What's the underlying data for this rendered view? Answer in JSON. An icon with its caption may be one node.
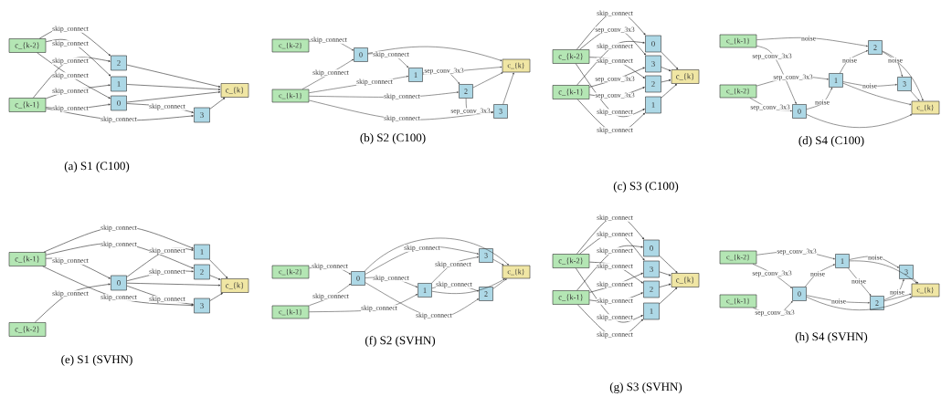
{
  "diagram": {
    "nodes": [
      {
        "text": [
          "c_{k-2}"
        ]
      },
      {
        "text": [
          "c_{k-1}"
        ]
      },
      {
        "text": [
          "2"
        ]
      },
      {
        "text": [
          "1"
        ]
      },
      {
        "text": [
          "0"
        ]
      },
      {
        "text": [
          "3"
        ]
      },
      {
        "text": [
          "c_{k}"
        ]
      },
      {
        "text": [
          "c_{k-2}"
        ]
      },
      {
        "text": [
          "c_{k-1}"
        ]
      },
      {
        "text": [
          "0"
        ]
      },
      {
        "text": [
          "1"
        ]
      },
      {
        "text": [
          "2"
        ]
      },
      {
        "text": [
          "3"
        ]
      },
      {
        "text": [
          "c_{k}"
        ]
      },
      {
        "text": [
          "c_{k-2}"
        ]
      },
      {
        "text": [
          "c_{k-1}"
        ]
      },
      {
        "text": [
          "0"
        ]
      },
      {
        "text": [
          "3"
        ]
      },
      {
        "text": [
          "2"
        ]
      },
      {
        "text": [
          "1"
        ]
      },
      {
        "text": [
          "c_{k}"
        ]
      },
      {
        "text": [
          "c_{k-1}"
        ]
      },
      {
        "text": [
          "c_{k-2}"
        ]
      },
      {
        "text": [
          "0"
        ]
      },
      {
        "text": [
          "1"
        ]
      },
      {
        "text": [
          "2"
        ]
      },
      {
        "text": [
          "3"
        ]
      },
      {
        "text": [
          "c_{k}"
        ]
      },
      {
        "text": [
          "c_{k-1}"
        ]
      },
      {
        "text": [
          "c_{k-2}"
        ]
      },
      {
        "text": [
          "1"
        ]
      },
      {
        "text": [
          "2"
        ]
      },
      {
        "text": [
          "0"
        ]
      },
      {
        "text": [
          "3"
        ]
      },
      {
        "text": [
          "c_{k}"
        ]
      },
      {
        "text": [
          "c_{k-2}"
        ]
      },
      {
        "text": [
          "c_{k-1}"
        ]
      },
      {
        "text": [
          "0"
        ]
      },
      {
        "text": [
          "1"
        ]
      },
      {
        "text": [
          "3"
        ]
      },
      {
        "text": [
          "2"
        ]
      },
      {
        "text": [
          "c_{k}"
        ]
      },
      {
        "text": [
          "c_{k-2}"
        ]
      },
      {
        "text": [
          "c_{k-1}"
        ]
      },
      {
        "text": [
          "0"
        ]
      },
      {
        "text": [
          "3"
        ]
      },
      {
        "text": [
          "2"
        ]
      },
      {
        "text": [
          "1"
        ]
      },
      {
        "text": [
          "c_{k}"
        ]
      },
      {
        "text": [
          "c_{k-2}"
        ]
      },
      {
        "text": [
          "c_{k-1}"
        ]
      },
      {
        "text": [
          "0"
        ]
      },
      {
        "text": [
          "1"
        ]
      },
      {
        "text": [
          "2"
        ]
      },
      {
        "text": [
          "3"
        ]
      },
      {
        "text": [
          "c_{k}"
        ]
      }
    ],
    "edges": [
      {
        "from": 0,
        "to": 2,
        "arrow": "to",
        "label": "skip_connect"
      },
      {
        "from": 0,
        "to": 3,
        "arrow": "to",
        "label": "skip_connect"
      },
      {
        "from": 1,
        "to": 2,
        "arrow": "to",
        "label": "skip_connect"
      },
      {
        "from": 0,
        "to": 4,
        "arrow": "to",
        "label": "skip_connect"
      },
      {
        "from": 1,
        "to": 3,
        "arrow": "to",
        "label": "skip_connect"
      },
      {
        "from": 1,
        "to": 4,
        "arrow": "to",
        "label": "skip_connect"
      },
      {
        "from": 4,
        "to": 5,
        "arrow": "to",
        "label": "skip_connect"
      },
      {
        "from": 1,
        "to": 5,
        "arrow": "to",
        "label": "skip_connect"
      },
      {
        "from": 2,
        "to": 6,
        "arrow": "to"
      },
      {
        "from": 3,
        "to": 6,
        "arrow": "to"
      },
      {
        "from": 4,
        "to": 6,
        "arrow": "to"
      },
      {
        "from": 5,
        "to": 6,
        "arrow": "to"
      },
      {
        "from": 7,
        "to": 9,
        "arrow": "to",
        "label": "skip_connect"
      },
      {
        "from": 8,
        "to": 9,
        "arrow": "to",
        "label": "skip_connect"
      },
      {
        "from": 9,
        "to": 10,
        "arrow": "to",
        "label": "skip_connect"
      },
      {
        "from": 8,
        "to": 10,
        "arrow": "to",
        "label": "skip_connect"
      },
      {
        "from": 8,
        "to": 11,
        "arrow": "to",
        "label": "skip_connect"
      },
      {
        "from": 10,
        "to": 11,
        "arrow": "to",
        "label": "sep_conv_3x3"
      },
      {
        "from": 11,
        "to": 12,
        "arrow": "to",
        "label": "sep_conv_3x3"
      },
      {
        "from": 8,
        "to": 12,
        "arrow": "to",
        "label": "skip_connect"
      },
      {
        "from": 9,
        "to": 13,
        "arrow": "to"
      },
      {
        "from": 10,
        "to": 13,
        "arrow": "to"
      },
      {
        "from": 11,
        "to": 13,
        "arrow": "to"
      },
      {
        "from": 12,
        "to": 13,
        "arrow": "to"
      },
      {
        "from": 14,
        "to": 16,
        "arrow": "to",
        "label": "skip_connect"
      },
      {
        "from": 14,
        "to": 17,
        "arrow": "to",
        "label": "sep_conv_3x3"
      },
      {
        "from": 15,
        "to": 16,
        "arrow": "to",
        "label": "skip_connect"
      },
      {
        "from": 14,
        "to": 18,
        "arrow": "to",
        "label": "skip_connect"
      },
      {
        "from": 15,
        "to": 17,
        "arrow": "to",
        "label": "sep_conv_3x3"
      },
      {
        "from": 15,
        "to": 18,
        "arrow": "to",
        "label": "sep_conv_3x3"
      },
      {
        "from": 14,
        "to": 19,
        "arrow": "to",
        "label": "skip_connect"
      },
      {
        "from": 15,
        "to": 19,
        "arrow": "to",
        "label": "skip_connect"
      },
      {
        "from": 16,
        "to": 20,
        "arrow": "to"
      },
      {
        "from": 17,
        "to": 20,
        "arrow": "to"
      },
      {
        "from": 18,
        "to": 20,
        "arrow": "to"
      },
      {
        "from": 19,
        "to": 20,
        "arrow": "to"
      },
      {
        "from": 21,
        "to": 25,
        "arrow": "to",
        "label": "noise"
      },
      {
        "from": 21,
        "to": 23,
        "arrow": "to",
        "label": "sep_conv_3x3"
      },
      {
        "from": 22,
        "to": 24,
        "arrow": "to",
        "label": "sep_conv_3x3"
      },
      {
        "from": 22,
        "to": 23,
        "arrow": "to",
        "label": "sep_conv_3x3"
      },
      {
        "from": 23,
        "to": 24,
        "arrow": "to",
        "label": "noise"
      },
      {
        "from": 24,
        "to": 25,
        "arrow": "to",
        "label": "noise"
      },
      {
        "from": 25,
        "to": 26,
        "arrow": "to",
        "label": "noise"
      },
      {
        "from": 24,
        "to": 26,
        "arrow": "to",
        "label": "noise"
      },
      {
        "from": 25,
        "to": 27,
        "arrow": "to"
      },
      {
        "from": 26,
        "to": 27,
        "arrow": "to"
      },
      {
        "from": 24,
        "to": 27,
        "arrow": "to"
      },
      {
        "from": 23,
        "to": 27,
        "arrow": "to"
      },
      {
        "from": 28,
        "to": 30,
        "arrow": "to",
        "label": "skip_connect"
      },
      {
        "from": 28,
        "to": 31,
        "arrow": "to",
        "label": "skip_connect"
      },
      {
        "from": 28,
        "to": 32,
        "arrow": "to",
        "label": "skip_connect"
      },
      {
        "from": 32,
        "to": 30,
        "arrow": "to",
        "label": "skip_connect"
      },
      {
        "from": 32,
        "to": 31,
        "arrow": "to",
        "label": "skip_connect"
      },
      {
        "from": 29,
        "to": 32,
        "arrow": "to",
        "label": "skip_connect"
      },
      {
        "from": 28,
        "to": 33,
        "arrow": "to",
        "label": "skip_connect"
      },
      {
        "from": 32,
        "to": 33,
        "arrow": "to",
        "label": "skip_connect"
      },
      {
        "from": 30,
        "to": 34,
        "arrow": "to"
      },
      {
        "from": 31,
        "to": 34,
        "arrow": "to"
      },
      {
        "from": 32,
        "to": 34,
        "arrow": "to"
      },
      {
        "from": 33,
        "to": 34,
        "arrow": "to"
      },
      {
        "from": 35,
        "to": 37,
        "arrow": "to",
        "label": "skip_connect"
      },
      {
        "from": 36,
        "to": 37,
        "arrow": "to",
        "label": "skip_connect"
      },
      {
        "from": 37,
        "to": 38,
        "arrow": "to",
        "label": "skip_connect"
      },
      {
        "from": 36,
        "to": 38,
        "arrow": "to",
        "label": "skip_connect"
      },
      {
        "from": 37,
        "to": 39,
        "arrow": "to",
        "label": "skip_connect"
      },
      {
        "from": 38,
        "to": 39,
        "arrow": "to",
        "label": "skip_connect"
      },
      {
        "from": 38,
        "to": 40,
        "arrow": "to",
        "label": "skip_connect"
      },
      {
        "from": 37,
        "to": 40,
        "arrow": "to",
        "label": "skip_connect"
      },
      {
        "from": 37,
        "to": 41,
        "arrow": "to"
      },
      {
        "from": 39,
        "to": 41,
        "arrow": "to"
      },
      {
        "from": 40,
        "to": 41,
        "arrow": "to"
      },
      {
        "from": 38,
        "to": 41,
        "arrow": "to"
      },
      {
        "from": 42,
        "to": 44,
        "arrow": "to",
        "label": "skip_connect"
      },
      {
        "from": 42,
        "to": 45,
        "arrow": "to",
        "label": "skip_connect"
      },
      {
        "from": 43,
        "to": 44,
        "arrow": "to",
        "label": "skip_connect"
      },
      {
        "from": 42,
        "to": 46,
        "arrow": "to",
        "label": "skip_connect"
      },
      {
        "from": 43,
        "to": 45,
        "arrow": "to",
        "label": "skip_connect"
      },
      {
        "from": 43,
        "to": 46,
        "arrow": "to",
        "label": "skip_connect"
      },
      {
        "from": 42,
        "to": 47,
        "arrow": "to",
        "label": "skip_connect"
      },
      {
        "from": 43,
        "to": 47,
        "arrow": "to",
        "label": "skip_connect"
      },
      {
        "from": 44,
        "to": 48,
        "arrow": "to"
      },
      {
        "from": 45,
        "to": 48,
        "arrow": "to"
      },
      {
        "from": 46,
        "to": 48,
        "arrow": "to"
      },
      {
        "from": 47,
        "to": 48,
        "arrow": "to"
      },
      {
        "from": 49,
        "to": 52,
        "arrow": "to",
        "label": "sep_conv_3x3"
      },
      {
        "from": 49,
        "to": 51,
        "arrow": "to",
        "label": "sep_conv_3x3"
      },
      {
        "from": 50,
        "to": 51,
        "arrow": "to",
        "label": "sep_conv_3x3"
      },
      {
        "from": 51,
        "to": 52,
        "arrow": "to",
        "label": "noise"
      },
      {
        "from": 52,
        "to": 54,
        "arrow": "to",
        "label": "noise"
      },
      {
        "from": 52,
        "to": 53,
        "arrow": "to",
        "label": "noise"
      },
      {
        "from": 51,
        "to": 53,
        "arrow": "to",
        "label": "noise"
      },
      {
        "from": 53,
        "to": 54,
        "arrow": "to",
        "label": "noise"
      },
      {
        "from": 52,
        "to": 55,
        "arrow": "to"
      },
      {
        "from": 54,
        "to": 55,
        "arrow": "to"
      },
      {
        "from": 53,
        "to": 55,
        "arrow": "to"
      },
      {
        "from": 51,
        "to": 55,
        "arrow": "to"
      }
    ],
    "labels": [
      "(a) S1 (C100)",
      "(b) S2 (C100)",
      "(c) S3 (C100)",
      "(d) S4 (C100)",
      "(e) S1 (SVHN)",
      "(f) S2 (SVHN)",
      "(g) S3 (SVHN)",
      "(h) S4 (SVHN)"
    ]
  }
}
